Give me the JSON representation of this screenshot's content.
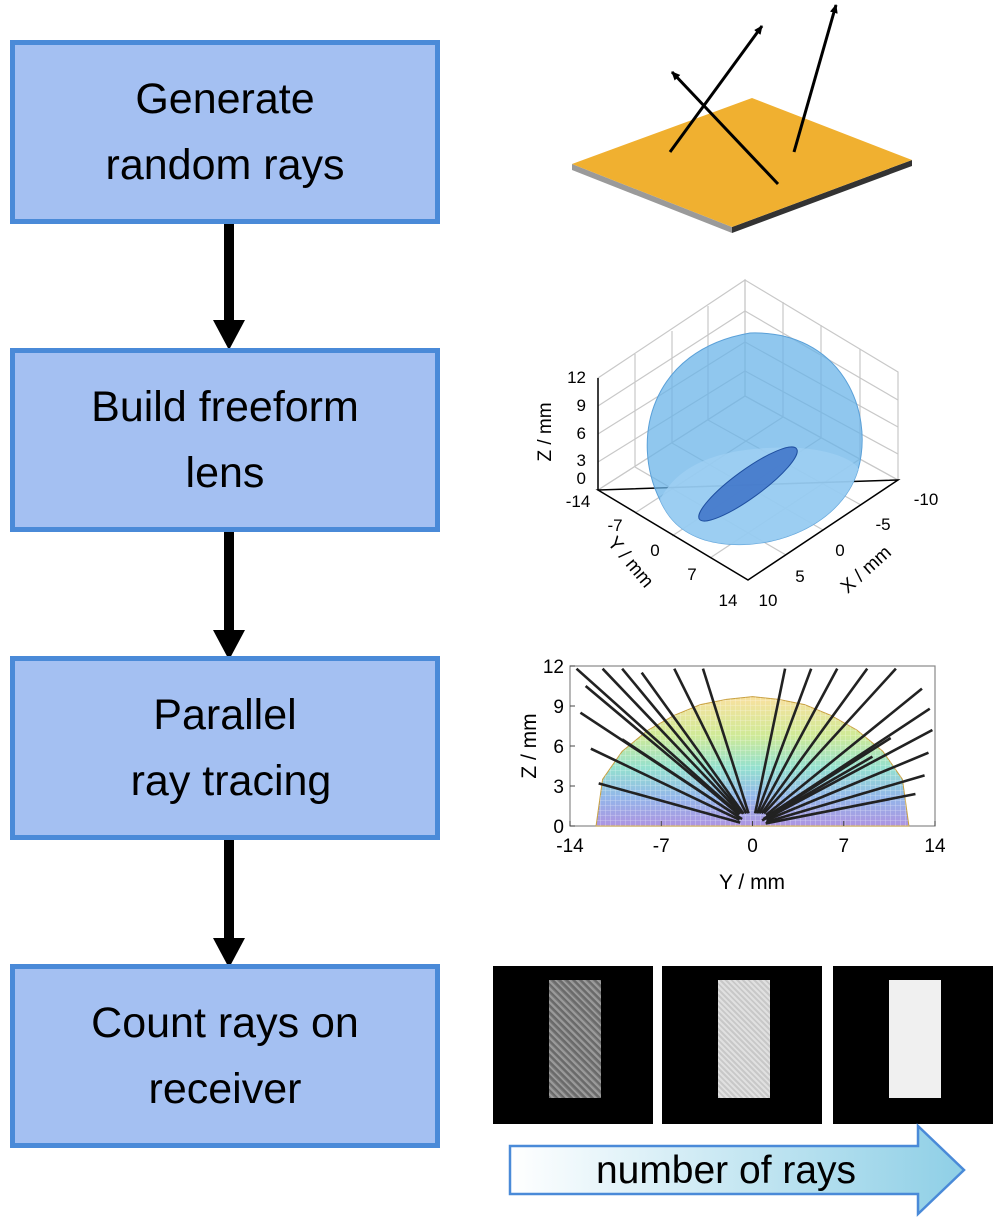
{
  "steps": [
    {
      "line1": "Generate",
      "line2": "random rays"
    },
    {
      "line1": "Build freeform",
      "line2": "lens"
    },
    {
      "line1": "Parallel",
      "line2": " ray tracing"
    },
    {
      "line1": "Count rays on",
      "line2": "receiver"
    }
  ],
  "lens3d": {
    "z_label": "Z / mm",
    "y_label": "Y / mm",
    "x_label": "X / mm",
    "z_ticks": [
      "12",
      "9",
      "6",
      "3",
      "0"
    ],
    "y_ticks": [
      "-14",
      "-7",
      "0",
      "7",
      "14"
    ],
    "x_ticks": [
      "-10",
      "-5",
      "0",
      "5",
      "10"
    ]
  },
  "chart_data": {
    "type": "line",
    "title": "",
    "xlabel": "Y / mm",
    "ylabel": "Z / mm",
    "xlim": [
      -14,
      14
    ],
    "ylim": [
      0,
      12
    ],
    "x_ticks": [
      -14,
      -7,
      0,
      7,
      14
    ],
    "y_ticks": [
      0,
      3,
      6,
      9,
      12
    ],
    "series": [
      {
        "x": [
          -12,
          -11.5,
          -10,
          -8,
          -6,
          -4,
          -2,
          0,
          2,
          4,
          6,
          8,
          10,
          11.5,
          12
        ],
        "values": [
          0,
          3.5,
          5.6,
          7.2,
          8.3,
          9.1,
          9.5,
          9.7,
          9.5,
          9.1,
          8.3,
          7.2,
          5.6,
          3.5,
          0
        ]
      }
    ]
  },
  "receiver": {
    "arrow_label": "number of rays"
  },
  "colors": {
    "box_fill": "#a4c0f2",
    "box_border": "#4a8ad8",
    "plate": "#f0b030",
    "lens": "#6bb4e8"
  }
}
